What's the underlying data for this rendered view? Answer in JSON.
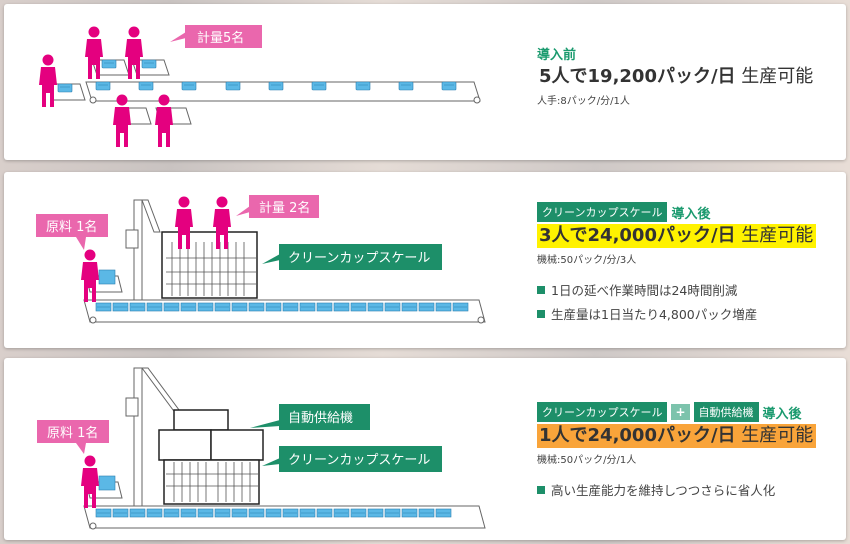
{
  "panels": [
    {
      "id": "before",
      "callouts": [
        {
          "text": "計量5名",
          "style": "pink"
        }
      ],
      "header": {
        "badge": null,
        "label": "導入前"
      },
      "headline": {
        "main": "5人で19,200パック/日",
        "suffix": " 生産可能",
        "highlight": "none"
      },
      "subtext": "人手:8パック/分/1人",
      "bullets": []
    },
    {
      "id": "after-scale",
      "callouts": [
        {
          "text": "原料 1名",
          "style": "pink"
        },
        {
          "text": "計量 2名",
          "style": "pink"
        },
        {
          "text": "クリーンカップスケール",
          "style": "green"
        }
      ],
      "header": {
        "badge": "クリーンカップスケール",
        "label": "導入後"
      },
      "headline": {
        "main": "3人で24,000パック/日",
        "suffix": " 生産可能",
        "highlight": "#fff200"
      },
      "subtext": "機械:50パック/分/3人",
      "bullets": [
        "1日の延べ作業時間は24時間削減",
        "生産量は1日当たり4,800パック増産"
      ]
    },
    {
      "id": "after-scale-feeder",
      "callouts": [
        {
          "text": "原料 1名",
          "style": "pink"
        },
        {
          "text": "自動供給機",
          "style": "green"
        },
        {
          "text": "クリーンカップスケール",
          "style": "green"
        }
      ],
      "header": {
        "badge": "クリーンカップスケール",
        "plus": "+",
        "badge2": "自動供給機",
        "label": "導入後"
      },
      "headline": {
        "main": "1人で24,000パック/日",
        "suffix": " 生産可能",
        "highlight": "#f9a43a"
      },
      "subtext": "機械:50パック/分/1人",
      "bullets": [
        "高い生産能力を維持しつつさらに省人化"
      ]
    }
  ],
  "colors": {
    "accent_green": "#1d8f69",
    "worker_pink": "#e4007f",
    "label_pink": "#ea67ad",
    "tray_blue": "#5bb8e6"
  }
}
